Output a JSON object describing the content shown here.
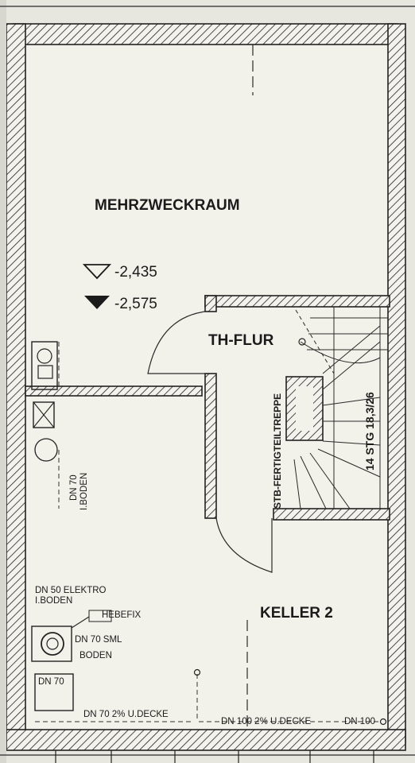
{
  "rooms": {
    "mehrzweckraum": "MEHRZWECKRAUM",
    "th_flur": "TH-FLUR",
    "keller_2": "KELLER 2"
  },
  "levels": {
    "top_of_floor": "-2,435",
    "bottom": "-2,575"
  },
  "stair": {
    "type_label": "STB-FERTIGTEILTREPPE",
    "steps_label": "14 STG 18,3/26"
  },
  "pipes": {
    "dn70_floor_line1": "DN 70",
    "dn70_floor_line2": "I.BODEN",
    "dn50_line1": "DN 50 ELEKTRO",
    "dn50_line2": "I.BODEN",
    "hebefix": "HEBEFIX",
    "dn70_sml_line1": "DN 70 SML",
    "dn70_sml_line2": "BODEN",
    "dn70_box": "DN 70",
    "dn70_ceiling": "DN 70  2% U.DECKE",
    "dn100_ceiling": "DN 100  2% U.DECKE",
    "dn100_end": "DN 100"
  }
}
